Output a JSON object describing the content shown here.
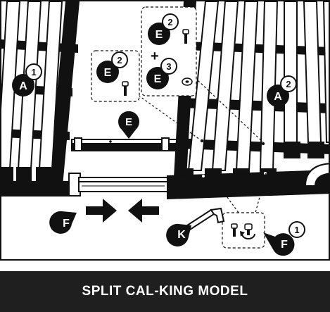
{
  "caption": "SPLIT CAL-KING MODEL",
  "callouts": {
    "a_left": {
      "letter": "A",
      "badge": "1"
    },
    "a_right": {
      "letter": "A",
      "badge": "2"
    },
    "e_rail": {
      "letter": "E"
    },
    "e_screw_top": {
      "letter": "E",
      "badge": "2"
    },
    "e_washer": {
      "letter": "E",
      "badge": "3"
    },
    "e_screw_left": {
      "letter": "E",
      "badge": "2"
    },
    "f_rail": {
      "letter": "F"
    },
    "f_knob": {
      "letter": "F",
      "badge": "1"
    },
    "k_wrench": {
      "letter": "K"
    }
  },
  "plus_symbol": "+",
  "colors": {
    "ink": "#111111",
    "accent": "#1f1f1f",
    "background": "#ffffff"
  }
}
